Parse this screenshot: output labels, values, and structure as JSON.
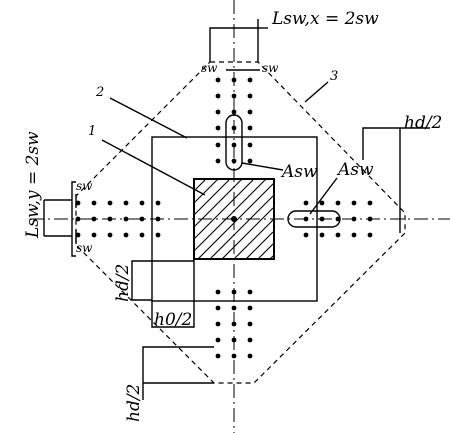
{
  "labels": {
    "lswx": "Lsw,x = 2sw",
    "lswy": "Lsw,y = 2sw",
    "sw": "sw",
    "n1": "1",
    "n2": "2",
    "n3": "3",
    "hd2": "hd/2",
    "h02": "h0/2",
    "asw": "Asw"
  }
}
